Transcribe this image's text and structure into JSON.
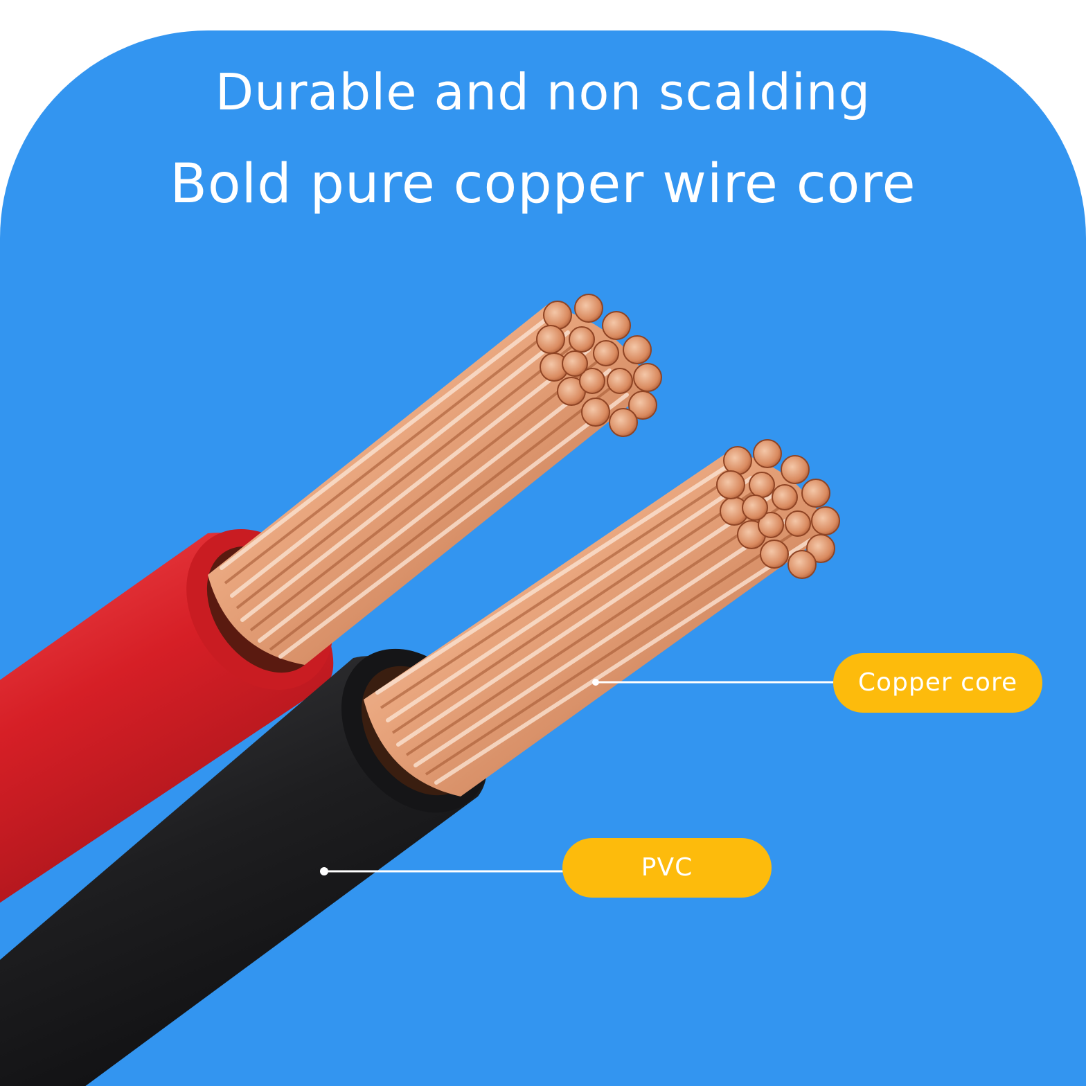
{
  "headline": {
    "line1": "Durable and non scalding",
    "line2": "Bold pure copper wire core"
  },
  "callouts": {
    "copper_core": "Copper core",
    "pvc": "PVC"
  },
  "colors": {
    "background_blue": "#3395f0",
    "callout_yellow": "#fdbb0c",
    "red_insulation": "#d8232a",
    "black_insulation": "#1c1c1e",
    "copper": "#e6a07a"
  }
}
